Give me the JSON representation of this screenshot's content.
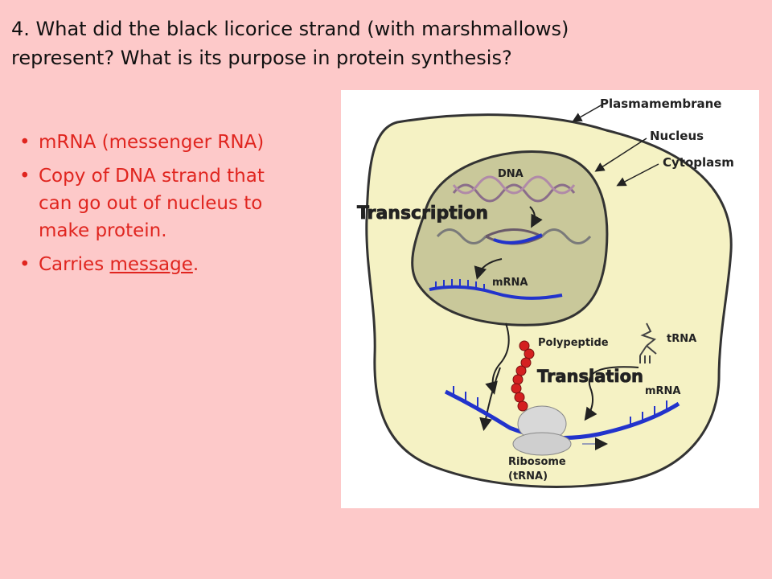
{
  "slide": {
    "title_line1": "4. What did the black licorice strand (with marshmallows)",
    "title_line2": "represent?  What is its purpose in protein synthesis?",
    "bullets": {
      "b1": "mRNA (messenger RNA)",
      "b2_line1": "Copy of DNA strand that",
      "b2_line2": "can go out of nucleus to",
      "b2_line3": "make protein.",
      "b3_prefix": "Carries ",
      "b3_underlined": "message",
      "b3_suffix": "."
    }
  },
  "diagram": {
    "labels": {
      "plasmamembrane": "Plasmamembrane",
      "nucleus": "Nucleus",
      "cytoplasm": "Cytoplasm",
      "dna": "DNA",
      "transcription": "Transcription",
      "mrna_nucleus": "mRNA",
      "polypeptide": "Polypeptide",
      "trna": "tRNA",
      "translation": "Translation",
      "mrna_cytoplasm": "mRNA",
      "ribosome": "Ribosome",
      "ribosome_sub": "(tRNA)"
    },
    "colors": {
      "text_red": "#e0251f",
      "background": "#fdc9c9",
      "cytoplasm": "#f5f2c4",
      "nucleus": "#c9c89a",
      "mrna_blue": "#2233cc",
      "polypeptide": "#d42020"
    }
  }
}
